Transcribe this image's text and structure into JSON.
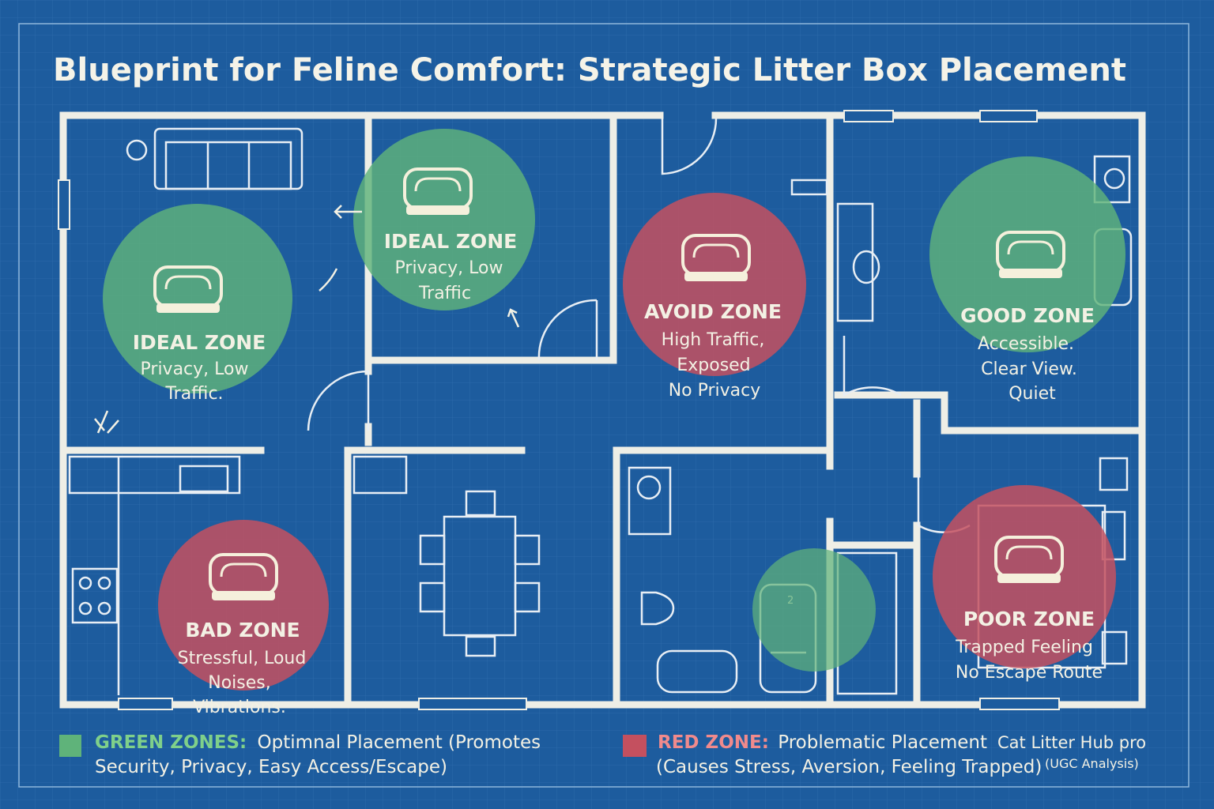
{
  "title": "Blueprint for Feline Comfort: Strategic Litter Box Placement",
  "colors": {
    "background": "#1d5c9e",
    "green_zone": "#5fb37a",
    "red_zone": "#c4505f",
    "walls": "#eeeee6"
  },
  "zones": [
    {
      "id": "ideal-living",
      "kind": "green",
      "heading": "IDEAL ZONE",
      "lines": [
        "Privacy, Low",
        "Traffic."
      ]
    },
    {
      "id": "ideal-bedroom",
      "kind": "green",
      "heading": "IDEAL ZONE",
      "lines": [
        "Privacy, Low",
        "Traffic"
      ]
    },
    {
      "id": "avoid-hallway",
      "kind": "red",
      "heading": "AVOID ZONE",
      "lines": [
        "High Traffic,",
        "Exposed",
        "No Privacy"
      ]
    },
    {
      "id": "good-bedroom",
      "kind": "green",
      "heading": "GOOD ZONE",
      "lines": [
        "Accessible.",
        "Clear View.",
        "Quiet"
      ]
    },
    {
      "id": "bad-kitchen",
      "kind": "red",
      "heading": "BAD ZONE",
      "lines": [
        "Stressful, Loud",
        "Noises,",
        "Vibrations."
      ]
    },
    {
      "id": "bathroom",
      "kind": "green",
      "heading": "",
      "lines": []
    },
    {
      "id": "poor-closet",
      "kind": "red",
      "heading": "POOR ZONE",
      "lines": [
        "Trapped Feeling",
        "No Escape Route"
      ]
    }
  ],
  "legend": {
    "green_label": "GREEN ZONES:",
    "green_text_1": "Optimnal Placement (Promotes",
    "green_text_2": "Security, Privacy, Easy Access/Escape)",
    "red_label": "RED  ZONE:",
    "red_text_1": "Problematic Placement",
    "red_text_2": "(Causes Stress, Aversion, Feeling Trapped)"
  },
  "brand": {
    "name": "Cat Litter Hub pro",
    "note": "(UGC Analysis)"
  },
  "bathtub_mark": "2"
}
